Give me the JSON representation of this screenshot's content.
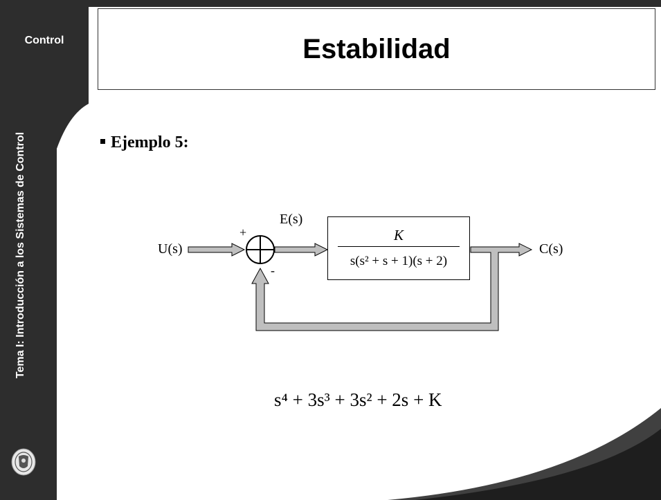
{
  "sidebar": {
    "top_label": "Control",
    "vertical_label": "Tema I: Introducción a los Sistemas de Control",
    "logo_icon": "university-seal-icon"
  },
  "header": {
    "title": "Estabilidad"
  },
  "content": {
    "bullet": "Ejemplo 5:",
    "diagram": {
      "input_label": "U(s)",
      "error_label": "E(s)",
      "output_label": "C(s)",
      "plus_sign": "+",
      "minus_sign": "-",
      "transfer_function": {
        "numerator": "K",
        "denominator": "s(s² + s + 1)(s + 2)"
      }
    },
    "equation": "s⁴ + 3s³ + 3s² + 2s + K"
  },
  "colors": {
    "sidebar": "#2d2d2d",
    "arrow_fill": "#bfbfbf",
    "curve_band": "#404040"
  }
}
